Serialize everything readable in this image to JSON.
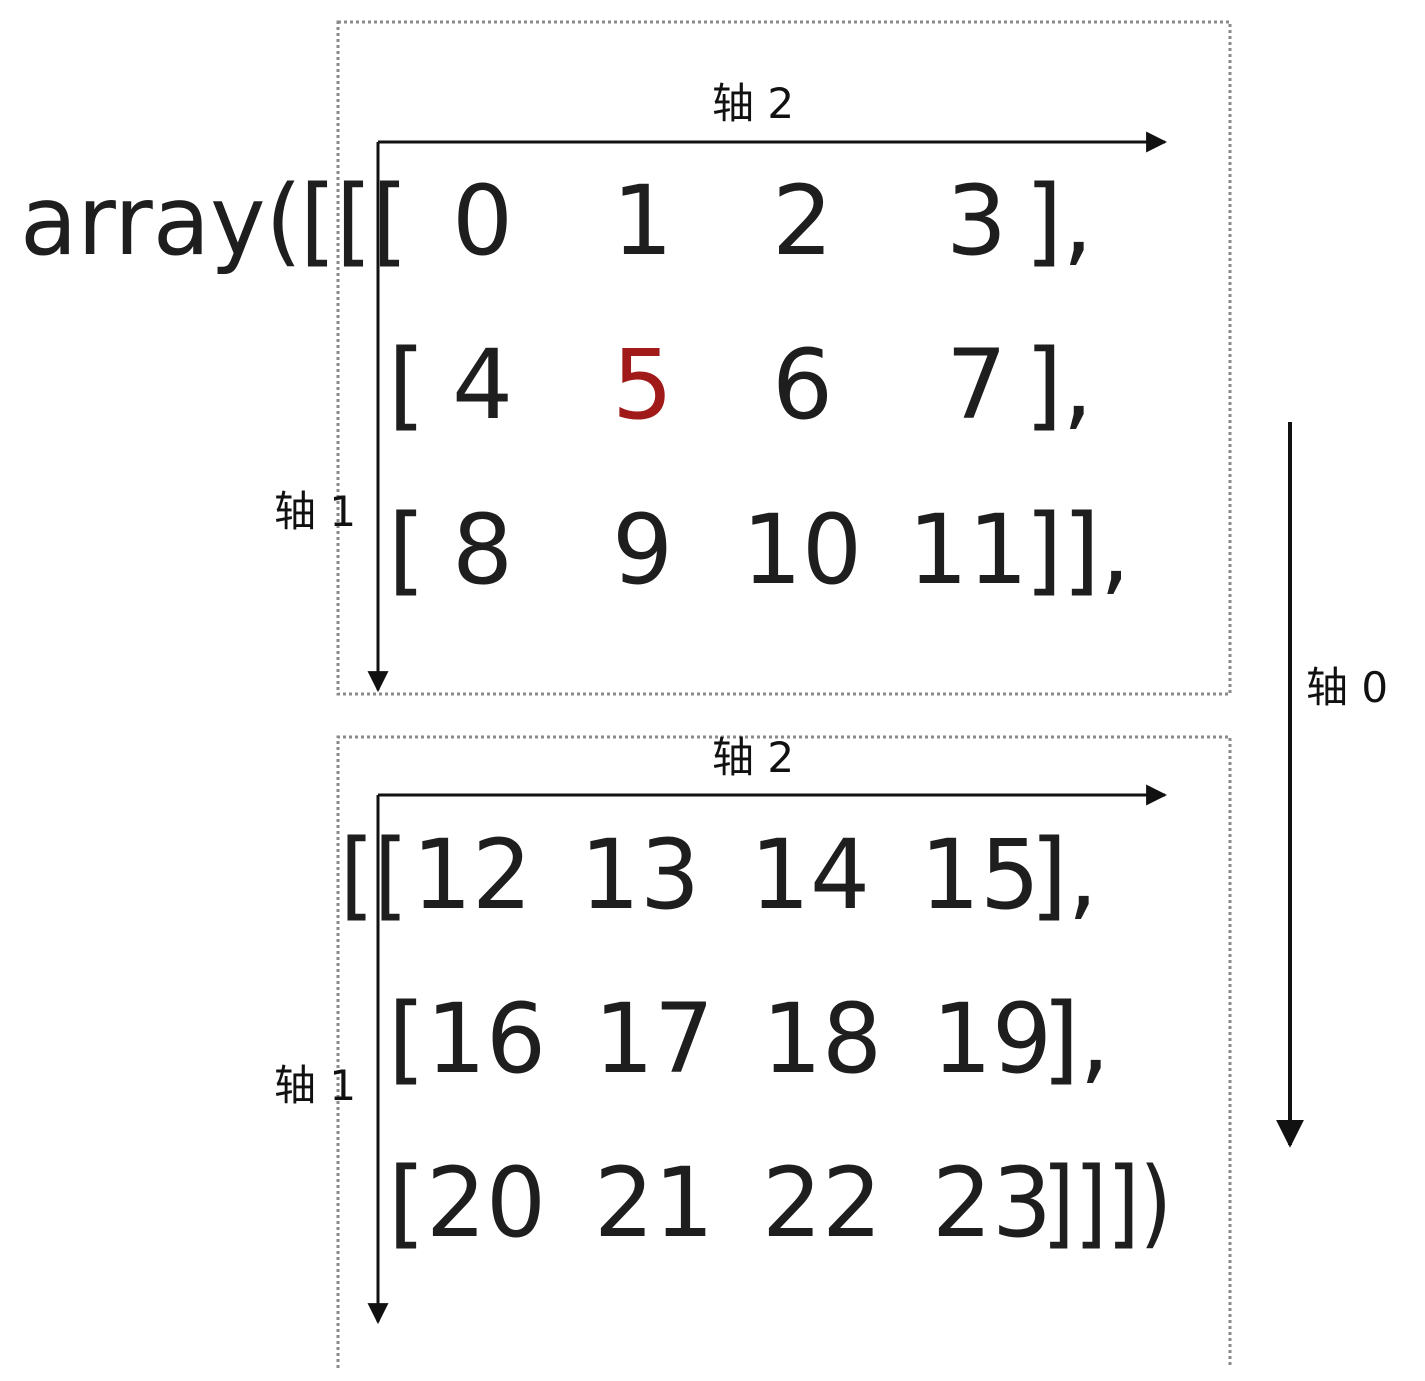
{
  "prefix": "array(",
  "blocks": [
    {
      "rows": [
        {
          "open": "[[[",
          "cells": [
            " 0",
            " 1",
            " 2",
            "  3"
          ],
          "close": "],"
        },
        {
          "open": "[",
          "cells": [
            " 4",
            " 5",
            " 6",
            "  7"
          ],
          "close": "],"
        },
        {
          "open": "[",
          "cells": [
            " 8",
            " 9",
            "10",
            "11"
          ],
          "close": "]],"
        }
      ],
      "axis_row_label": "轴 2",
      "axis_col_label": "轴 1"
    },
    {
      "rows": [
        {
          "open": "[[",
          "cells": [
            "12",
            "13",
            "14",
            "15"
          ],
          "close": "],"
        },
        {
          "open": "[",
          "cells": [
            "16",
            "17",
            "18",
            "19"
          ],
          "close": "],"
        },
        {
          "open": "[",
          "cells": [
            "20",
            "21",
            "22",
            "23"
          ],
          "close": "]]])"
        }
      ],
      "axis_row_label": "轴 2",
      "axis_col_label": "轴 1"
    }
  ],
  "axis_outer_label": "轴 0",
  "highlight_value": "5",
  "colors": {
    "text": "#1e1e1e",
    "highlight": "#a11a1a",
    "box_border": "#8a8a8a",
    "arrow": "#111111"
  }
}
